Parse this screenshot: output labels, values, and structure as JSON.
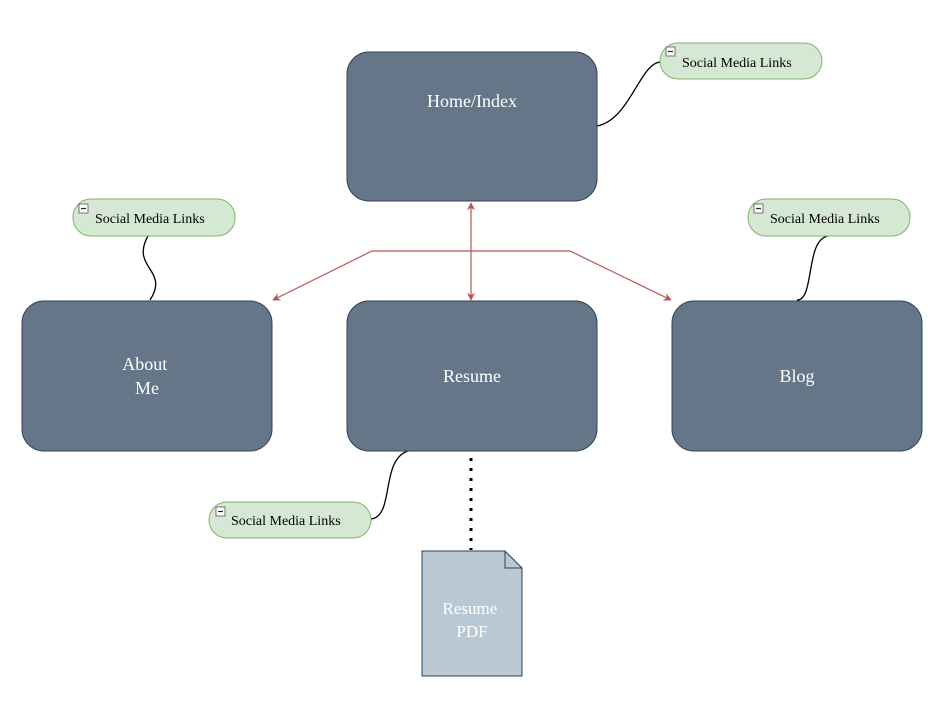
{
  "nodes": {
    "home": "Home/Index",
    "about": [
      "About",
      "Me"
    ],
    "resume": "Resume",
    "blog": "Blog"
  },
  "document": {
    "label": [
      "Resume",
      "PDF"
    ]
  },
  "social_links": {
    "home": "Social Media Links",
    "about": "Social Media Links",
    "blog": "Social Media Links",
    "resume": "Social Media Links"
  },
  "colors": {
    "node_fill": "#647687",
    "node_stroke": "#314354",
    "document_fill": "#bac8d3",
    "pill_fill": "#d5e8d4",
    "pill_stroke": "#82b366",
    "arrow": "#b85450"
  }
}
